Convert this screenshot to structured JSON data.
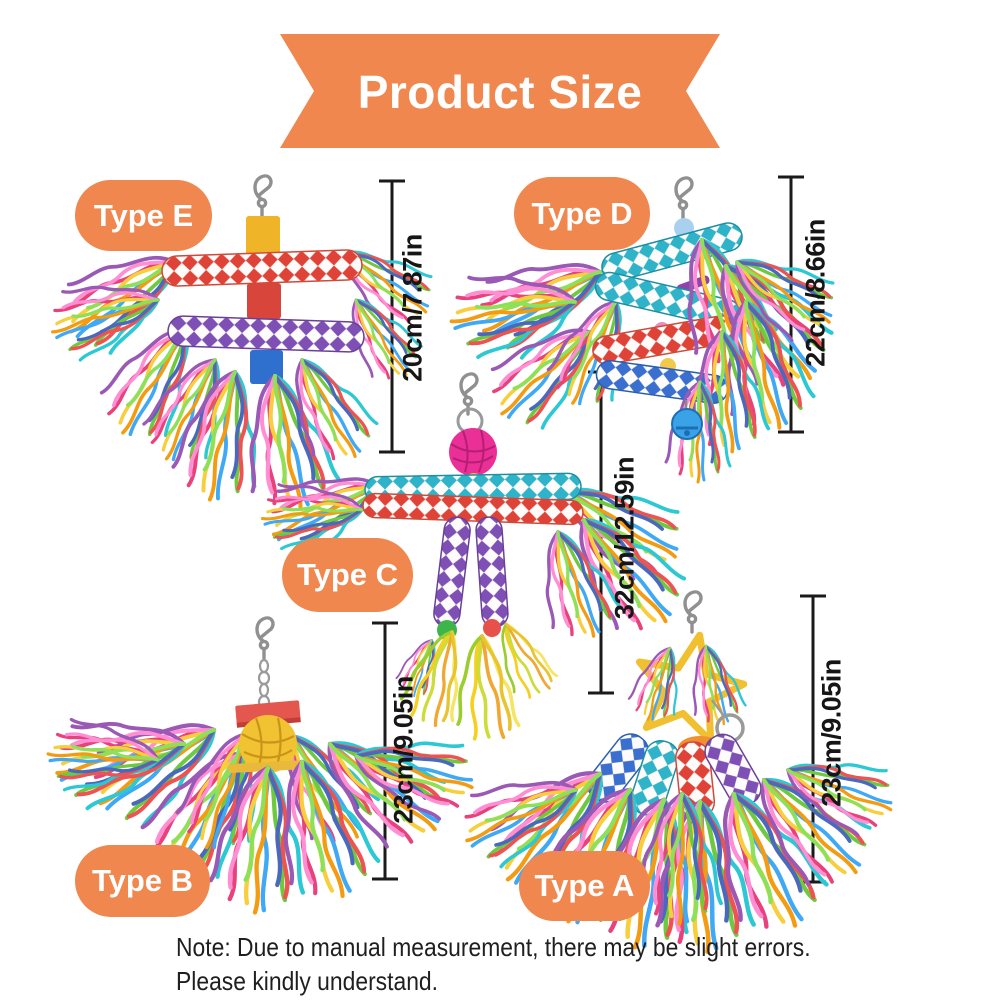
{
  "banner": {
    "title": "Product Size"
  },
  "products": [
    {
      "id": "type-e",
      "label": "Type E",
      "dimension": "20cm/7.87in"
    },
    {
      "id": "type-d",
      "label": "Type D",
      "dimension": "22cm/8.66in"
    },
    {
      "id": "type-c",
      "label": "Type C",
      "dimension": "32cm/12.59in"
    },
    {
      "id": "type-b",
      "label": "Type B",
      "dimension": "23cm/9.05in"
    },
    {
      "id": "type-a",
      "label": "Type A",
      "dimension": "23cm/9.05in"
    }
  ],
  "note": {
    "line1": "Note: Due to manual measurement, there may be slight errors.",
    "line2": "Please kindly understand."
  },
  "colors": {
    "accent_orange": "#F0874E",
    "measure_line": "#1A1A1A",
    "note_text": "#1F1F1F",
    "label_text": "#FFFFFF"
  }
}
